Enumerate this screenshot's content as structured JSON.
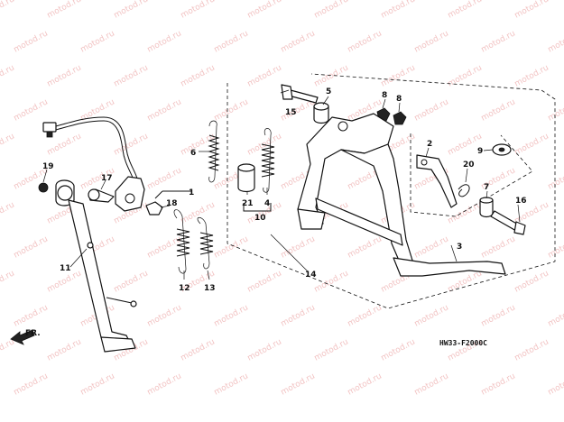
{
  "watermark": "motod.ru",
  "diagram_code": "HW33-F2000C",
  "direction_label": "FR.",
  "callouts": {
    "c1": "1",
    "c2": "2",
    "c3": "3",
    "c4": "4",
    "c5": "5",
    "c6": "6",
    "c7": "7",
    "c8a": "8",
    "c8b": "8",
    "c9": "9",
    "c10": "10",
    "c11": "11",
    "c12": "12",
    "c13": "13",
    "c14": "14",
    "c15": "15",
    "c16": "16",
    "c17": "17",
    "c18": "18",
    "c19": "19",
    "c20": "20",
    "c21": "21"
  }
}
